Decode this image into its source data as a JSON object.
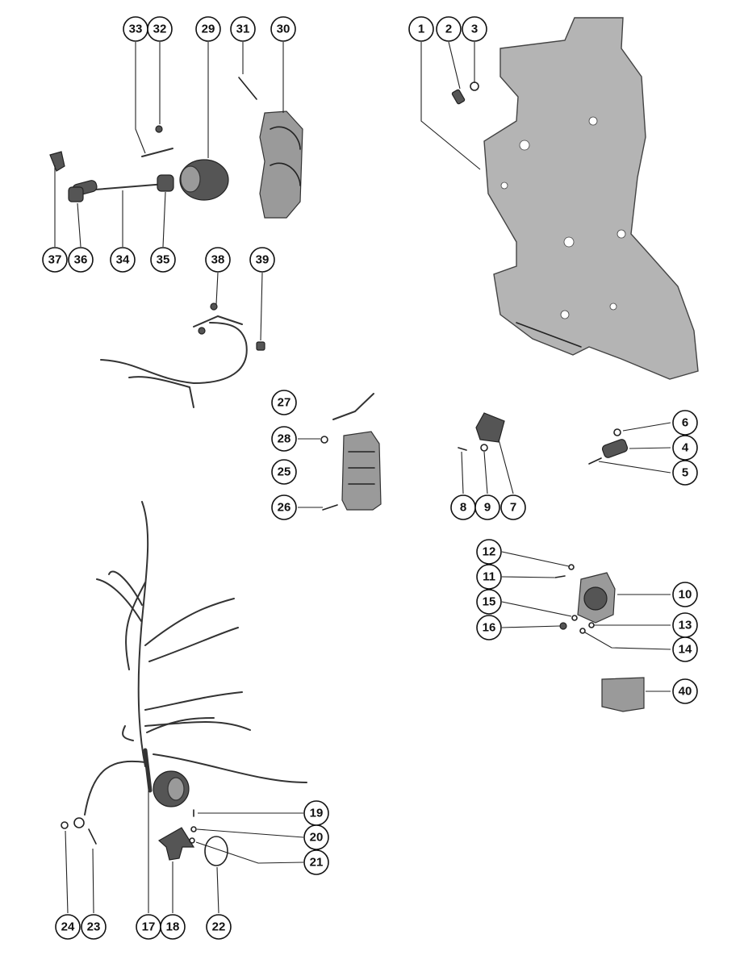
{
  "callouts": [
    "1",
    "2",
    "3",
    "4",
    "5",
    "6",
    "7",
    "8",
    "9",
    "10",
    "11",
    "12",
    "13",
    "14",
    "15",
    "16",
    "17",
    "18",
    "19",
    "20",
    "21",
    "22",
    "23",
    "24",
    "25",
    "26",
    "27",
    "28",
    "29",
    "30",
    "31",
    "32",
    "33",
    "34",
    "35",
    "36",
    "37",
    "38",
    "39",
    "40"
  ],
  "colors": {
    "ink": "#111111",
    "plate": "#b4b4b4",
    "background": "#ffffff"
  }
}
